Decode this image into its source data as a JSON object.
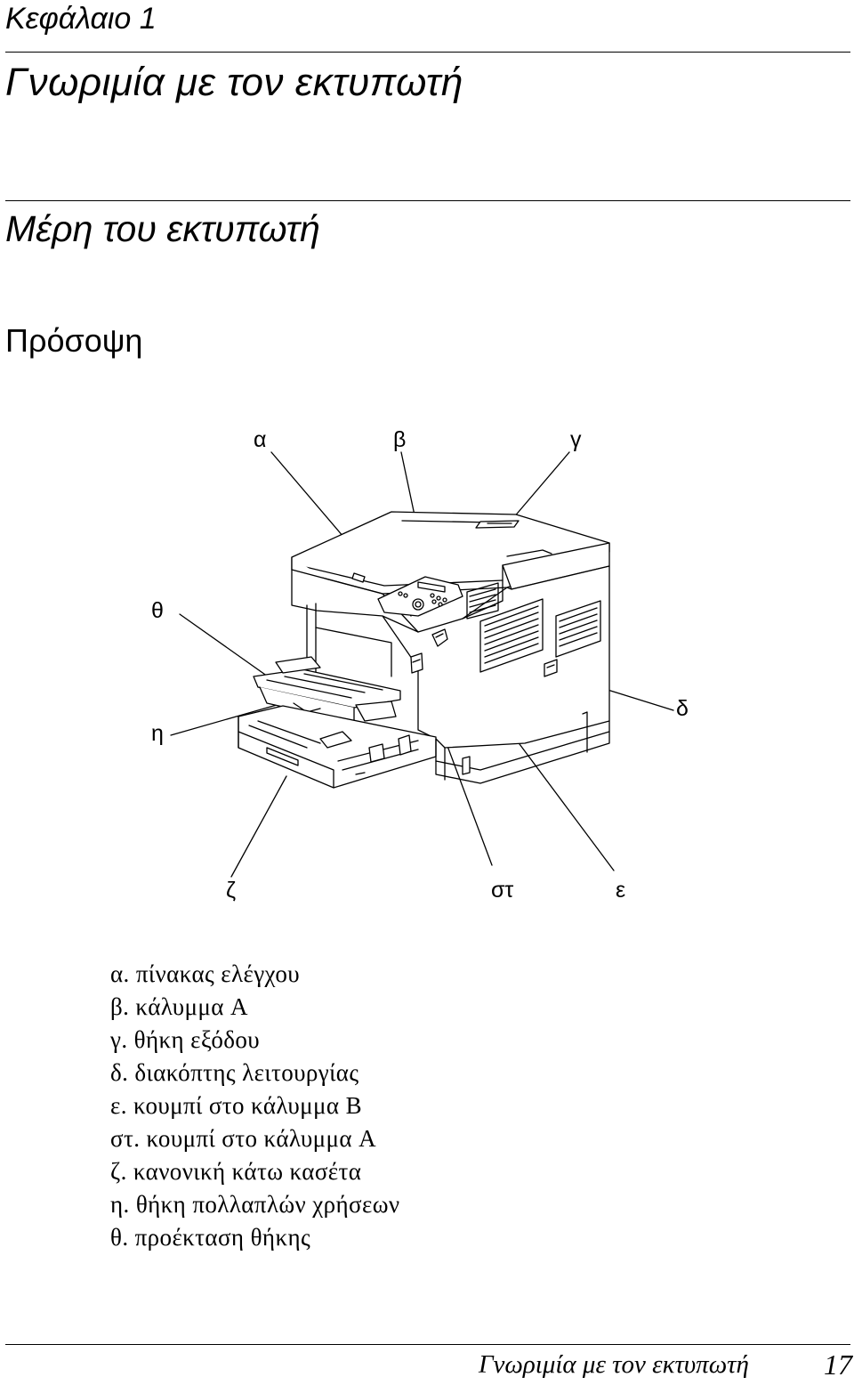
{
  "header": {
    "chapter_label": "Κεφάλαιο 1",
    "chapter_title": "Γνωριμία με τον εκτυπωτή"
  },
  "section": {
    "title": "Μέρη του εκτυπωτή",
    "subsection_title": "Πρόσοψη"
  },
  "figure": {
    "callouts": {
      "a": "α",
      "b": "β",
      "c": "γ",
      "d": "δ",
      "e": "ε",
      "f": "στ",
      "g": "ζ",
      "h": "η",
      "i": "θ"
    }
  },
  "legend": [
    "α. πίνακας ελέγχου",
    "β. κάλυμμα A",
    "γ. θήκη εξόδου",
    "δ. διακόπτης λειτουργίας",
    "ε. κουμπί στο κάλυμμα B",
    "στ. κουμπί στο κάλυμμα A",
    "ζ. κανονική κάτω κασέτα",
    "η. θήκη πολλαπλών χρήσεων",
    "θ. προέκταση θήκης"
  ],
  "footer": {
    "title": "Γνωριμία με τον εκτυπωτή",
    "page_number": "17"
  }
}
